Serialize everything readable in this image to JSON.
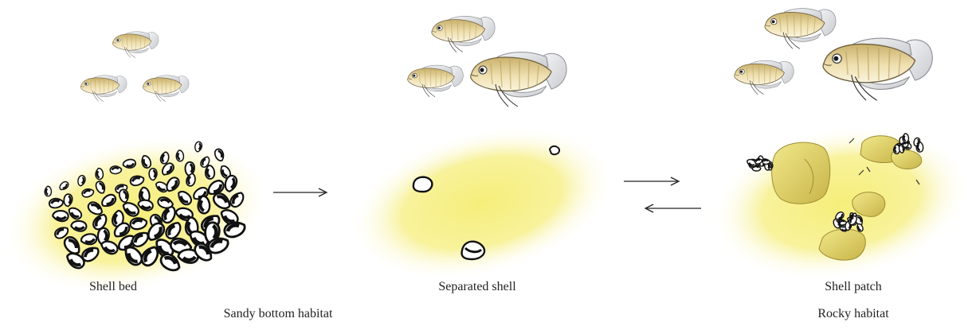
{
  "panels": [
    {
      "id": "shell-bed",
      "label": "Shell bed"
    },
    {
      "id": "separated-shell",
      "label": "Separated shell"
    },
    {
      "id": "shell-patch",
      "label": "Shell patch"
    }
  ],
  "habitats": [
    {
      "id": "sandy",
      "label": "Sandy bottom habitat"
    },
    {
      "id": "rocky",
      "label": "Rocky habitat"
    }
  ],
  "colors": {
    "sand": "#f7f08a",
    "sand_edge": "#fbf9d2",
    "fish_body": "#e9d7a6",
    "fish_fin": "#d9dbde",
    "rock": "#e8dd72",
    "rock_shadow": "#c9b84a",
    "shell_dark": "#111111",
    "arrow": "#222222"
  }
}
